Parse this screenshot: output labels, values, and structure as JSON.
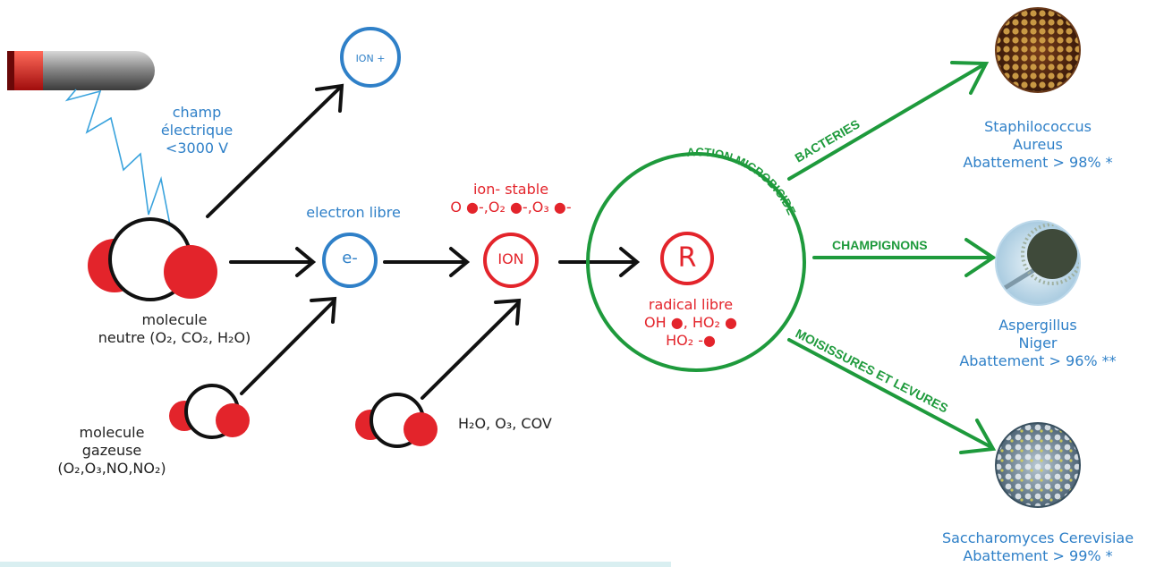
{
  "colors": {
    "blue": "#2f80c8",
    "red": "#e3242b",
    "green": "#1e9a3c",
    "black": "#111111"
  },
  "nodes": {
    "ion_plus": "ION +",
    "electron": "e-",
    "ion": "ION",
    "radical": "R"
  },
  "labels": {
    "champ": [
      "champ",
      "électrique",
      "<3000 V"
    ],
    "electron_libre": "electron libre",
    "ion_stable": [
      "ion-  stable",
      "O ●-,O₂ ●-,O₃ ●-"
    ],
    "radical_libre": [
      "radical libre",
      "OH ●, HO₂ ●",
      "HO₂ -●"
    ],
    "molecule_neutre": [
      "molecule",
      "neutre (O₂, CO₂, H₂O)"
    ],
    "molecule_gazeuse": [
      "molecule",
      "gazeuse",
      "(O₂,O₃,NO,NO₂)"
    ],
    "h2o": "H₂O, O₃, COV",
    "action": "ACTION MICROBICIDE"
  },
  "branches": {
    "bacteries": "BACTERIES",
    "champignons": "CHAMPIGNONS",
    "moisissures": "MOISISSURES ET LEVURES"
  },
  "organisms": {
    "staph": [
      "Staphilococcus",
      "Aureus",
      "Abattement  > 98% *"
    ],
    "asper": [
      "Aspergillus",
      "Niger",
      "Abattement > 96% **"
    ],
    "sacch": [
      "Saccharomyces Cerevisiae",
      "Abattement > 99% *"
    ]
  }
}
